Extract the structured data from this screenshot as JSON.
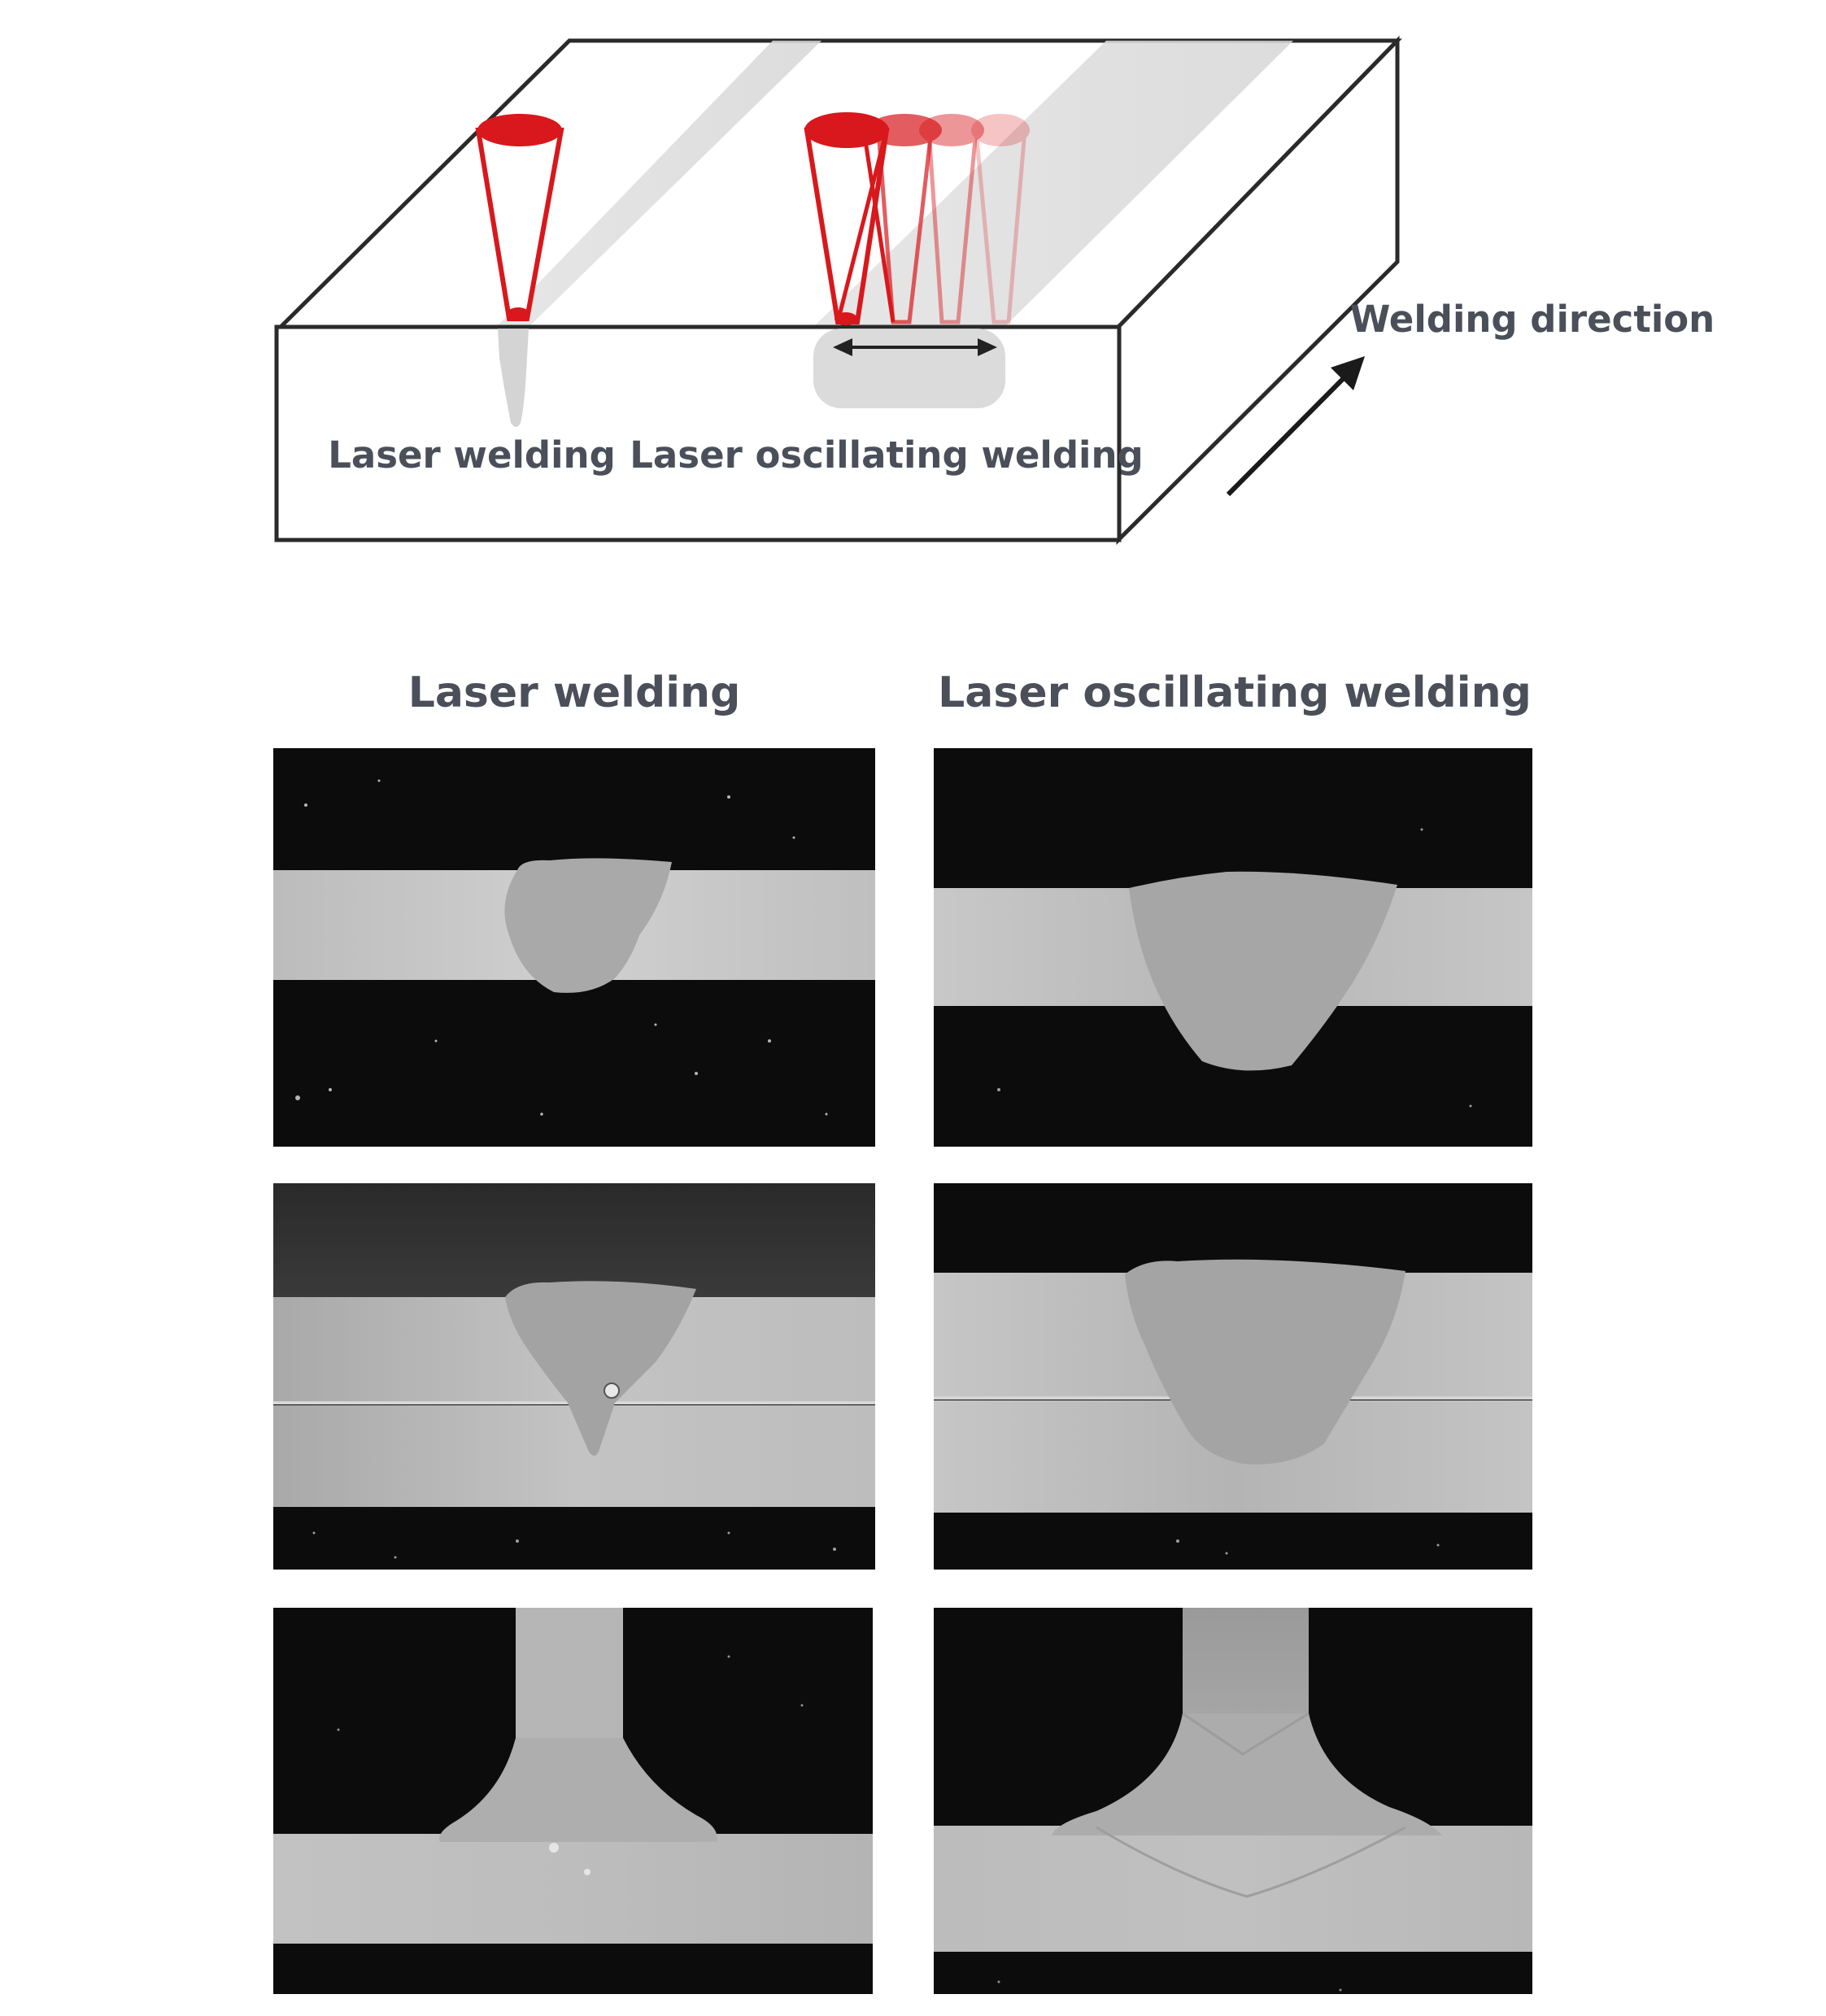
{
  "diagram": {
    "label_laser_welding": "Laser welding",
    "label_oscillating_welding": "Laser oscillating welding",
    "label_direction": "Welding direction"
  },
  "columns": {
    "left_title": "Laser welding",
    "right_title": "Laser oscillating welding"
  },
  "colors": {
    "laser_red": "#d8181c",
    "text": "#4a4f59",
    "outline": "#2a2a2a",
    "metal": "#b9b9b9",
    "background_dark": "#0c0c0c"
  },
  "micrographs": [
    {
      "row": 1,
      "joint": "butt plate",
      "method": "Laser welding"
    },
    {
      "row": 1,
      "joint": "butt plate",
      "method": "Laser oscillating welding"
    },
    {
      "row": 2,
      "joint": "lap joint",
      "method": "Laser welding"
    },
    {
      "row": 2,
      "joint": "lap joint",
      "method": "Laser oscillating welding"
    },
    {
      "row": 3,
      "joint": "T-joint",
      "method": "Laser welding"
    },
    {
      "row": 3,
      "joint": "T-joint",
      "method": "Laser oscillating welding"
    }
  ]
}
